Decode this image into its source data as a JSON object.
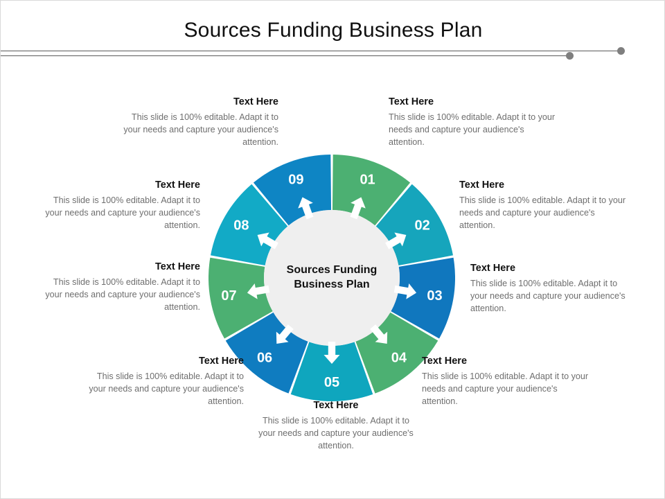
{
  "slide": {
    "title": "Sources Funding Business Plan",
    "background_color": "#FFFFFF",
    "border_color": "#D9D9D9"
  },
  "divider": {
    "line_color": "#595959",
    "dot_color": "#7F7F7F"
  },
  "wheel": {
    "hub_line1": "Sources Funding",
    "hub_line2": "Business Plan",
    "hub_fill": "#EFEFEF",
    "arrow_color": "#FFFFFF",
    "segments": [
      {
        "number": "01",
        "color": "#4CB072"
      },
      {
        "number": "02",
        "color": "#16A5BC"
      },
      {
        "number": "03",
        "color": "#1077BE"
      },
      {
        "number": "04",
        "color": "#4CB072"
      },
      {
        "number": "05",
        "color": "#0FA6BE"
      },
      {
        "number": "06",
        "color": "#0F7CC0"
      },
      {
        "number": "07",
        "color": "#55B островB76"
      },
      {
        "number": "08",
        "color": "#12AAC6"
      },
      {
        "number": "09",
        "color": "#0E85C4"
      }
    ]
  },
  "captions": [
    {
      "id": "caption-1",
      "title": "Text Here",
      "body": "This slide is 100% editable. Adapt it to your needs and capture your audience's attention.",
      "align": "right"
    },
    {
      "id": "caption-2",
      "title": "Text Here",
      "body": "This slide is 100% editable. Adapt it to your needs and capture your audience's attention.",
      "align": "left"
    },
    {
      "id": "caption-3",
      "title": "Text Here",
      "body": "This slide is 100% editable. Adapt it to your needs and capture your audience's attention.",
      "align": "left"
    },
    {
      "id": "caption-4",
      "title": "Text Here",
      "body": "This slide is 100% editable. Adapt it to your needs and capture your audience's attention.",
      "align": "left"
    },
    {
      "id": "caption-5",
      "title": "Text Here",
      "body": "This slide is 100% editable. Adapt it to your needs and capture your audience's attention.",
      "align": "left"
    },
    {
      "id": "caption-6",
      "title": "Text Here",
      "body": "This slide is 100% editable. Adapt it to your needs and capture your audience's attention.",
      "align": "center"
    },
    {
      "id": "caption-7",
      "title": "Text Here",
      "body": "This slide is 100% editable. Adapt it to your needs and capture your audience's attention.",
      "align": "right"
    },
    {
      "id": "caption-8",
      "title": "Text Here",
      "body": "This slide is 100% editable. Adapt it to your needs and capture your audience's attention.",
      "align": "right"
    },
    {
      "id": "caption-9",
      "title": "Text Here",
      "body": "This slide is 100% editable. Adapt it to your needs and capture your audience's attention.",
      "align": "right"
    }
  ]
}
